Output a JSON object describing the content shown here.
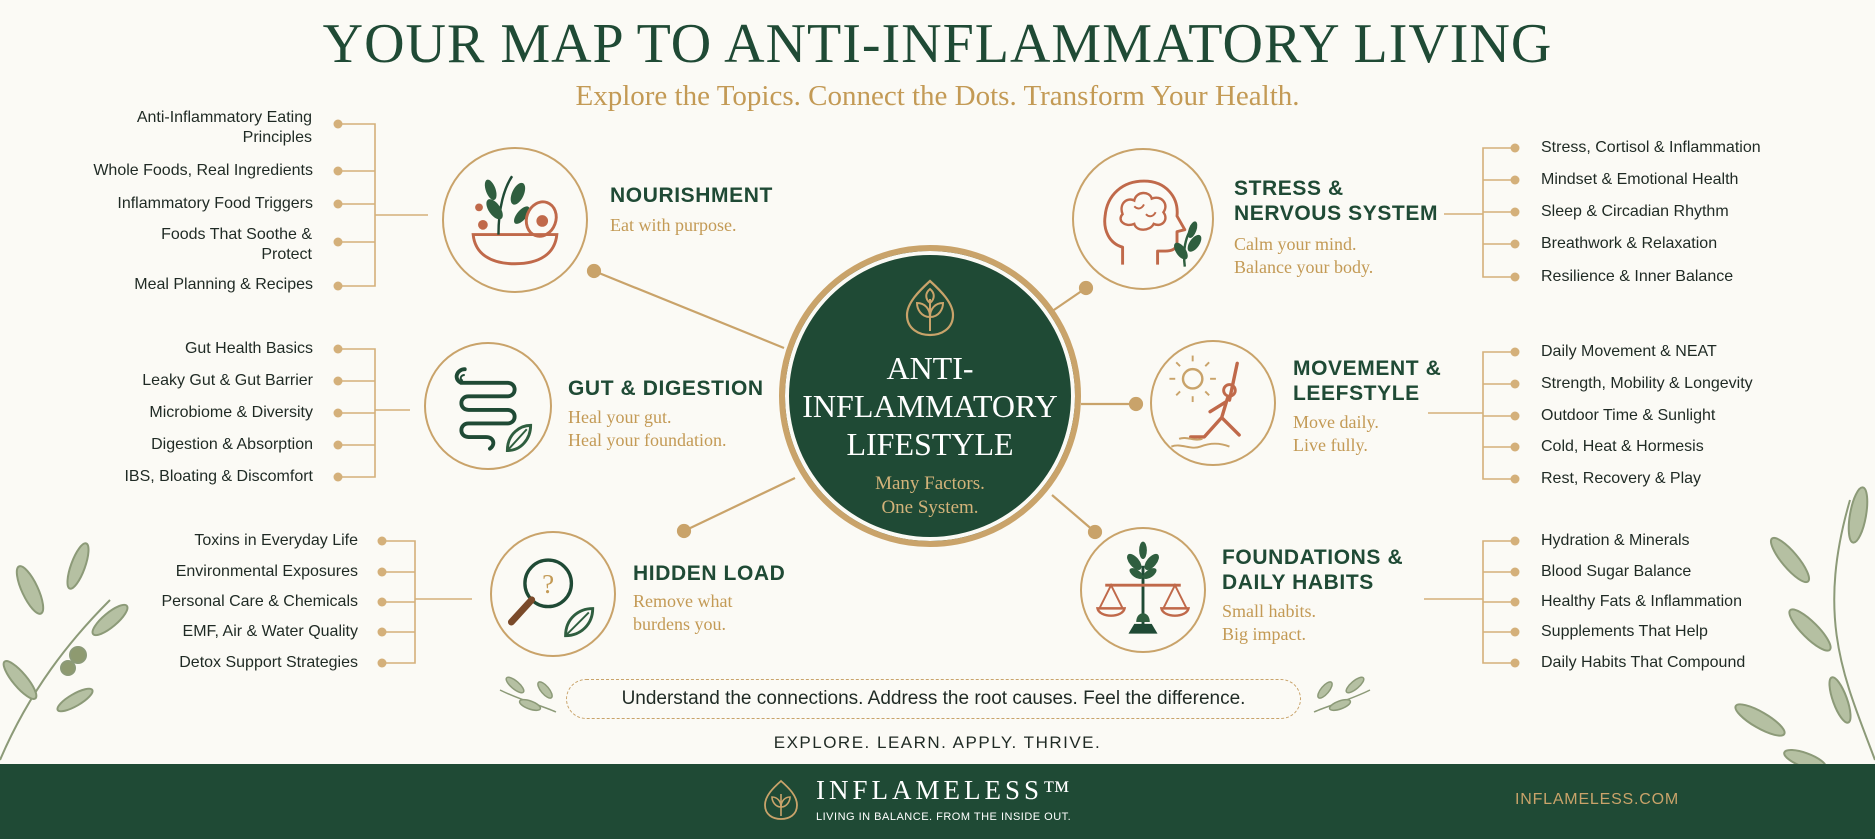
{
  "title": "YOUR MAP TO ANTI-INFLAMMATORY LIVING",
  "subtitle": "Explore the Topics. Connect the Dots. Transform Your Health.",
  "center": {
    "title_lines": [
      "ANTI-",
      "INFLAMMATORY",
      "LIFESTYLE"
    ],
    "tagline_lines": [
      "Many Factors.",
      "One System."
    ]
  },
  "categories": {
    "nourishment": {
      "title_lines": [
        "NOURISHMENT"
      ],
      "tagline_lines": [
        "Eat with purpose."
      ],
      "items": [
        "Anti-Inflammatory Eating Principles",
        "Whole Foods, Real Ingredients",
        "Inflammatory Food Triggers",
        "Foods That Soothe & Protect",
        "Meal Planning & Recipes"
      ]
    },
    "gut": {
      "title_lines": [
        "GUT & DIGESTION"
      ],
      "tagline_lines": [
        "Heal your gut.",
        "Heal your foundation."
      ],
      "items": [
        "Gut Health Basics",
        "Leaky Gut & Gut Barrier",
        "Microbiome & Diversity",
        "Digestion & Absorption",
        "IBS, Bloating & Discomfort"
      ]
    },
    "hidden_load": {
      "title_lines": [
        "HIDDEN LOAD"
      ],
      "tagline_lines": [
        "Remove what",
        "burdens you."
      ],
      "items": [
        "Toxins in Everyday Life",
        "Environmental Exposures",
        "Personal Care & Chemicals",
        "EMF, Air & Water Quality",
        "Detox Support Strategies"
      ]
    },
    "stress": {
      "title_lines": [
        "STRESS &",
        "NERVOUS SYSTEM"
      ],
      "tagline_lines": [
        "Calm your mind.",
        "Balance your body."
      ],
      "items": [
        "Stress, Cortisol & Inflammation",
        "Mindset & Emotional Health",
        "Sleep & Circadian Rhythm",
        "Breathwork & Relaxation",
        "Resilience & Inner Balance"
      ]
    },
    "movement": {
      "title_lines": [
        "MOVEMENT &",
        "LEEFSTYLE"
      ],
      "tagline_lines": [
        "Move daily.",
        "Live fully."
      ],
      "items": [
        "Daily Movement & NEAT",
        "Strength, Mobility & Longevity",
        "Outdoor Time & Sunlight",
        "Cold, Heat & Hormesis",
        "Rest, Recovery & Play"
      ]
    },
    "foundations": {
      "title_lines": [
        "FOUNDATIONS &",
        "DAILY HABITS"
      ],
      "tagline_lines": [
        "Small habits.",
        "Big impact."
      ],
      "items": [
        "Hydration & Minerals",
        "Blood Sugar Balance",
        "Healthy Fats & Inflammation",
        "Supplements That Help",
        "Daily Habits That Compound"
      ]
    }
  },
  "banner": "Understand the connections. Address the root causes. Feel the difference.",
  "motto": "EXPLORE. LEARN. APPLY. THRIVE.",
  "footer": {
    "brand": "INFLAMELESS™",
    "tagline": "LIVING IN BALANCE. FROM THE INSIDE OUT.",
    "website": "INFLAMELESS.COM"
  },
  "colors": {
    "forest_green": "#1f4a35",
    "gold": "#c9a36a",
    "gold_text": "#c39a55",
    "terracotta": "#c0694a",
    "background": "#fbfaf5"
  },
  "icons": {
    "nourishment": "salad-bowl-icon",
    "gut": "intestine-icon",
    "hidden_load": "magnifier-question-icon",
    "stress": "brain-head-icon",
    "movement": "yoga-sun-icon",
    "foundations": "balance-scale-icon",
    "center": "leaf-emblem-icon"
  }
}
